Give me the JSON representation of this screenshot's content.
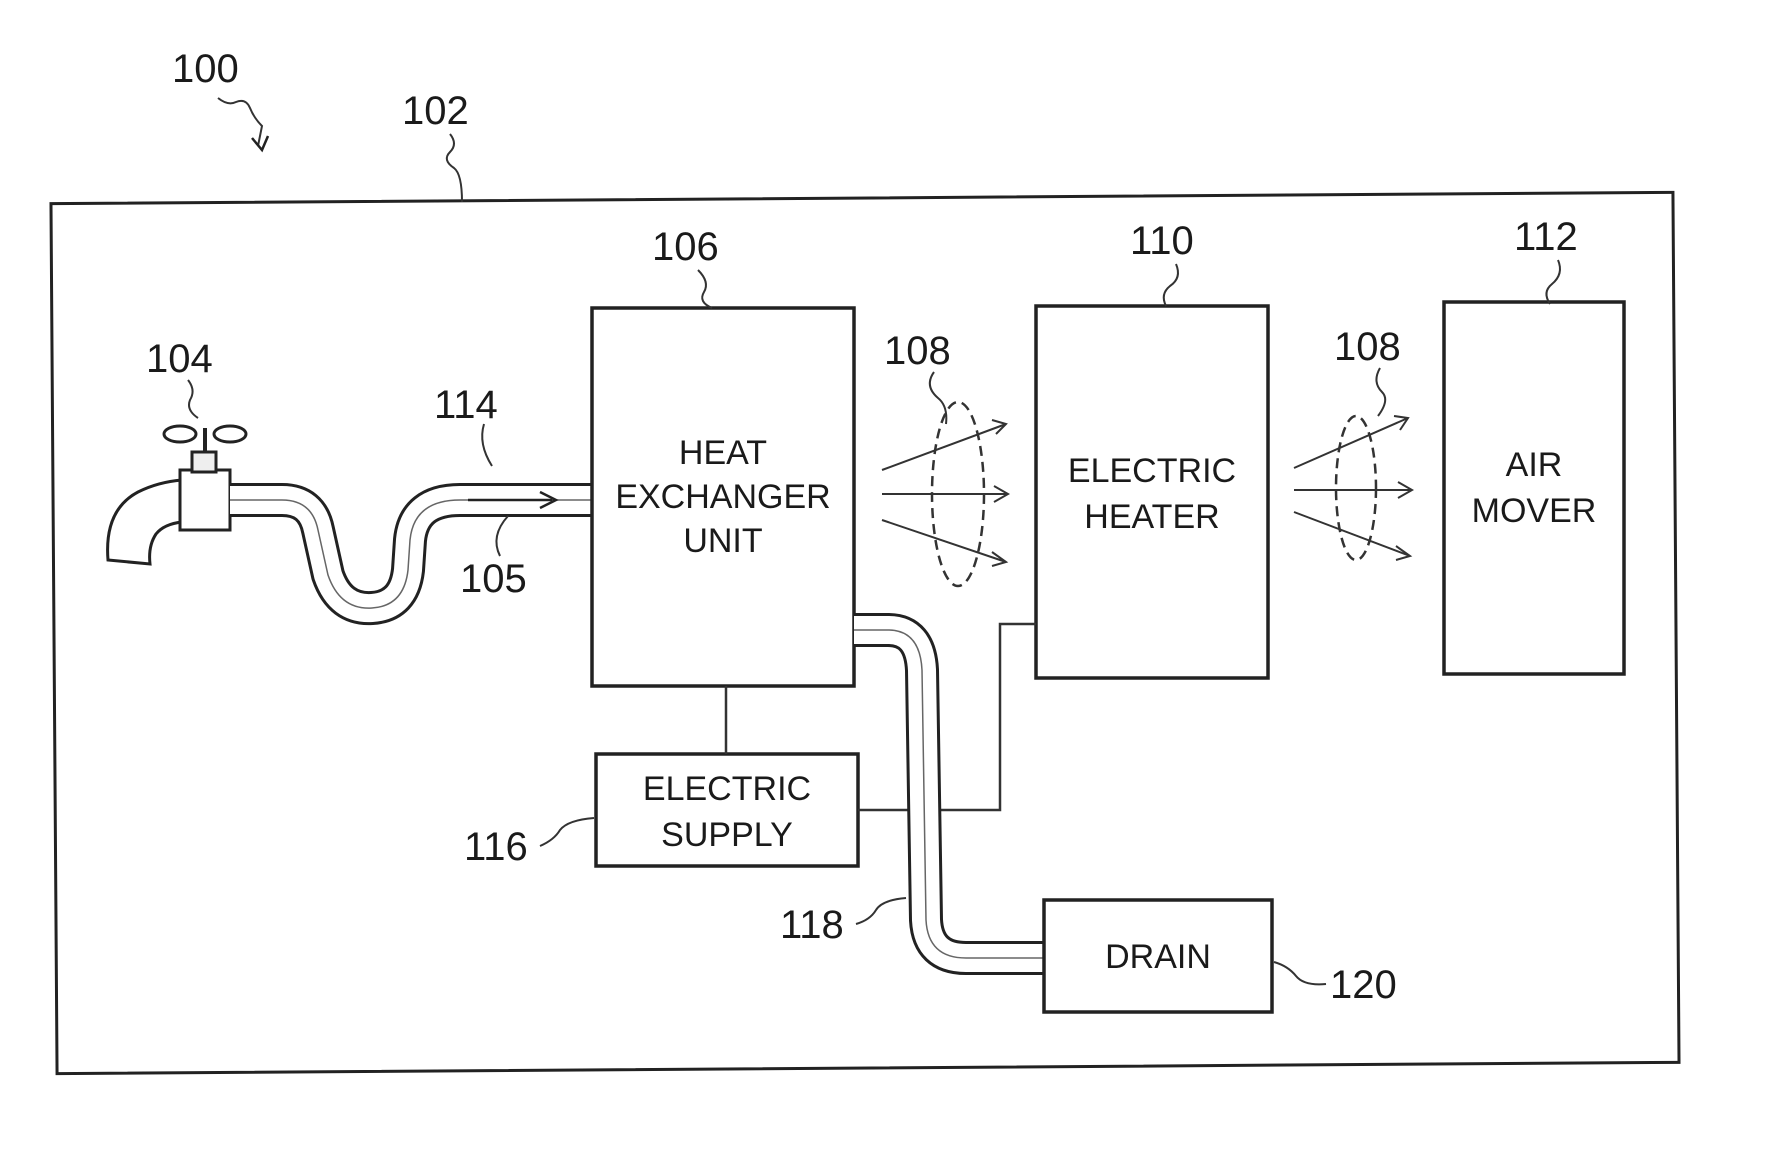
{
  "figure_number": "100",
  "enclosure": {
    "ref": "102"
  },
  "faucet": {
    "ref": "104"
  },
  "water_flow": {
    "ref": "105"
  },
  "inlet_pipe": {
    "ref": "114"
  },
  "heat_exchanger": {
    "ref": "106",
    "label_line1": "HEAT",
    "label_line2": "EXCHANGER",
    "label_line3": "UNIT"
  },
  "airflow_left": {
    "ref": "108"
  },
  "airflow_right": {
    "ref": "108"
  },
  "electric_heater": {
    "ref": "110",
    "label_line1": "ELECTRIC",
    "label_line2": "HEATER"
  },
  "air_mover": {
    "ref": "112",
    "label_line1": "AIR",
    "label_line2": "MOVER"
  },
  "electric_supply": {
    "ref": "116",
    "label_line1": "ELECTRIC",
    "label_line2": "SUPPLY"
  },
  "drain_pipe": {
    "ref": "118"
  },
  "drain": {
    "ref": "120",
    "label": "DRAIN"
  }
}
